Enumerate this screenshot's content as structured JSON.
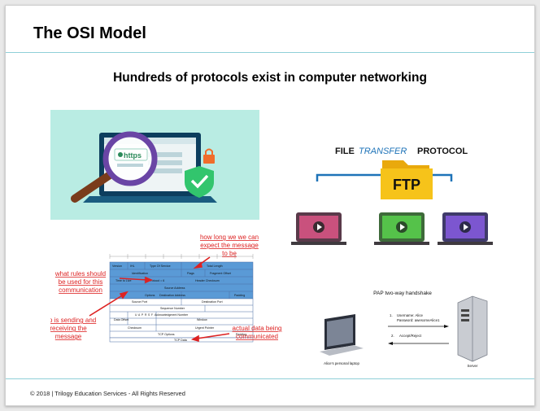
{
  "slide": {
    "title": "The OSI Model",
    "subtitle": "Hundreds of protocols exist in computer networking",
    "footer": "© 2018 | Trilogy Education Services - All Rights Reserved"
  },
  "https_illustration": {
    "badge_text": "https"
  },
  "ftp_diagram": {
    "heading_file": "FILE",
    "heading_transfer": "TRANSFER",
    "heading_protocol": "PROTOCOL",
    "folder_label": "FTP"
  },
  "tcp_header": {
    "ann_how_long": [
      "how long we we can",
      "expect the message",
      "to be"
    ],
    "ann_rules": [
      "what rules should",
      "be used for this",
      "communication"
    ],
    "ann_who": [
      "who is sending and",
      "receiving the",
      "message"
    ],
    "ann_data": [
      "actual data being",
      "communicated"
    ],
    "fields": [
      "Version",
      "IHL",
      "Type Of Service",
      "Total Length",
      "Identification",
      "Flags",
      "Fragment Offset",
      "Time to Live",
      "Protocol = 6",
      "Header Checksum",
      "Source Address",
      "Destination Address",
      "Options",
      "Padding",
      "Source Port",
      "Destination Port",
      "Sequence Number",
      "Acknowledgment Number",
      "Data Offset",
      "Window",
      "Checksum",
      "Urgent Pointer",
      "TCP Options",
      "Padding",
      "TCP Data"
    ],
    "flags": [
      "U",
      "A",
      "P",
      "R",
      "S",
      "F"
    ]
  },
  "pap": {
    "title": "PAP two-way handshake",
    "step1_num": "1.",
    "step1_line1": "Username: Alice",
    "step1_line2": "Password: awesomeAlice1",
    "step2_num": "2.",
    "step2_text": "Accept/Reject",
    "laptop_label": "Alice's personal laptop",
    "server_label": "Server"
  },
  "colors": {
    "accent_rule": "#8fd0d8",
    "annotation_red": "#d22222",
    "ftp_blue": "#1e73b8",
    "folder_yellow": "#f6c31a"
  }
}
